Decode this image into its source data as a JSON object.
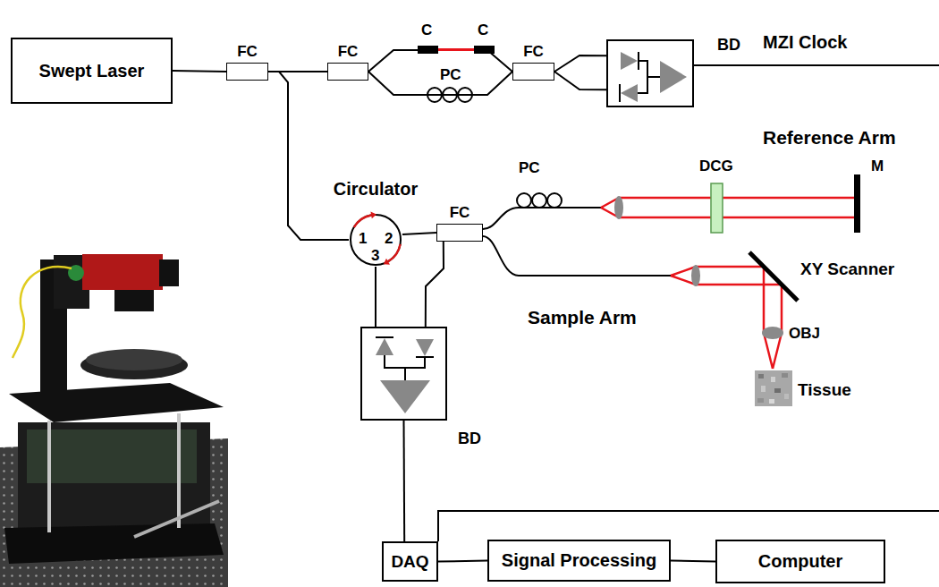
{
  "diagram": {
    "nodes": [
      {
        "text": [
          "Swept Laser"
        ]
      },
      {
        "text": [
          "FC"
        ]
      },
      {
        "text": [
          "FC"
        ]
      },
      {
        "text": [
          "FC"
        ]
      },
      {
        "text": [
          "BD"
        ]
      },
      {
        "text": [
          "Circulator",
          "1",
          "2",
          "3"
        ]
      },
      {
        "text": [
          "FC"
        ]
      },
      {
        "text": [
          "BD"
        ]
      },
      {
        "text": [
          "DAQ"
        ]
      },
      {
        "text": [
          "Signal Processing"
        ]
      },
      {
        "text": [
          "Computer"
        ]
      }
    ],
    "edges": [
      {
        "from": 0,
        "to": 1,
        "arrow": "none"
      },
      {
        "from": 1,
        "to": 2,
        "arrow": "none"
      },
      {
        "from": 2,
        "to": 3,
        "arrow": "none"
      },
      {
        "from": 2,
        "to": 3,
        "arrow": "none"
      },
      {
        "from": 3,
        "to": 4,
        "arrow": "none"
      },
      {
        "from": 3,
        "to": 4,
        "arrow": "none"
      },
      {
        "from": 1,
        "to": 5,
        "arrow": "none"
      },
      {
        "from": 5,
        "to": 6,
        "arrow": "none"
      },
      {
        "from": 5,
        "to": 7,
        "arrow": "none"
      },
      {
        "from": 6,
        "to": 7,
        "arrow": "none"
      },
      {
        "from": 7,
        "to": 8,
        "arrow": "none"
      },
      {
        "from": 8,
        "to": 9,
        "arrow": "none"
      },
      {
        "from": 9,
        "to": 10,
        "arrow": "none"
      }
    ],
    "labels": [
      "C",
      "C",
      "PC",
      "MZI Clock",
      "Reference Arm",
      "PC",
      "DCG",
      "M",
      "XY Scanner",
      "Sample Arm",
      "OBJ",
      "Tissue"
    ]
  }
}
